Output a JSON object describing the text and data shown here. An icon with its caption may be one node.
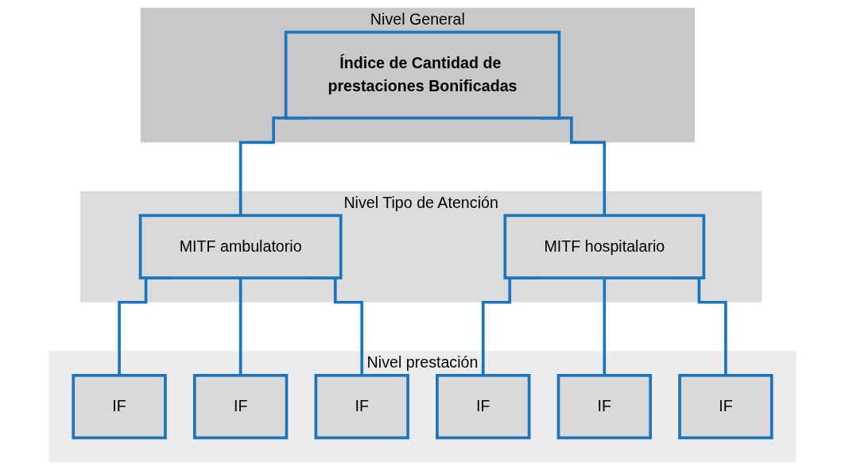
{
  "diagram": {
    "nodes": [
      {
        "text": [
          "Nivel General"
        ]
      },
      {
        "text": [
          "Índice de Cantidad de prestaciones Bonificadas"
        ],
        "in": 0
      },
      {
        "text": [
          "Nivel Tipo de Atención"
        ]
      },
      {
        "text": [
          "MITF ambulatorio"
        ],
        "in": 2
      },
      {
        "text": [
          "MITF hospitalario"
        ],
        "in": 2
      },
      {
        "text": [
          "Nivel prestación"
        ]
      },
      {
        "text": [
          "IF"
        ],
        "in": 5
      },
      {
        "text": [
          "IF"
        ],
        "in": 5
      },
      {
        "text": [
          "IF"
        ],
        "in": 5
      },
      {
        "text": [
          "IF"
        ],
        "in": 5
      },
      {
        "text": [
          "IF"
        ],
        "in": 5
      },
      {
        "text": [
          "IF"
        ],
        "in": 5
      }
    ],
    "edges": [
      {
        "from": 1,
        "to": 3,
        "arrow": "none"
      },
      {
        "from": 1,
        "to": 4,
        "arrow": "none"
      },
      {
        "from": 3,
        "to": 6,
        "arrow": "none"
      },
      {
        "from": 3,
        "to": 7,
        "arrow": "none"
      },
      {
        "from": 3,
        "to": 8,
        "arrow": "none"
      },
      {
        "from": 4,
        "to": 9,
        "arrow": "none"
      },
      {
        "from": 4,
        "to": 10,
        "arrow": "none"
      },
      {
        "from": 4,
        "to": 11,
        "arrow": "none"
      }
    ]
  }
}
